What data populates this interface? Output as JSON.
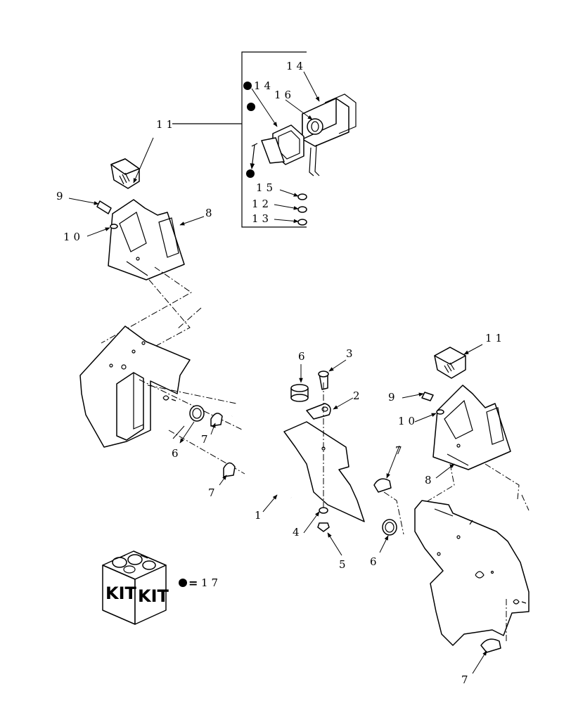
{
  "callouts": {
    "c1": "1",
    "c2": "2",
    "c3": "3",
    "c4": "4",
    "c5": "5",
    "c6a": "6",
    "c6b": "6",
    "c6c": "6",
    "c7a": "7",
    "c7b": "7",
    "c7c": "7",
    "c7d": "7",
    "c8a": "8",
    "c8b": "8",
    "c9a": "9",
    "c9b": "9",
    "c10a": "10",
    "c10b": "10",
    "c11a": "11",
    "c11b": "11",
    "c12": "12",
    "c13": "13",
    "c14a": "14",
    "c14b": "14",
    "c15": "15",
    "c16": "16"
  },
  "kit": {
    "label_left": "KIT",
    "label_right": "KIT",
    "legend_equals": "=",
    "legend_number": "17"
  }
}
